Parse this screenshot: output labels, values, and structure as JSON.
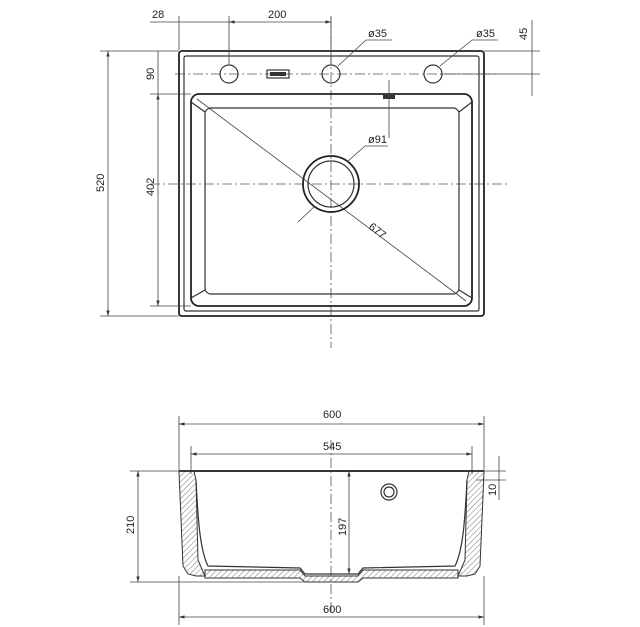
{
  "dimensions": {
    "top_view": {
      "edge_offset": "28",
      "tap_spacing": "200",
      "rim_depth": "90",
      "hole_left_diameter": "ø35",
      "hole_right_diameter": "ø35",
      "right_offset": "45",
      "overall_depth": "520",
      "bowl_depth": "402",
      "drain_diameter": "ø91",
      "diagonal": "677"
    },
    "side_view": {
      "top_width": "600",
      "bowl_width": "545",
      "overall_height": "210",
      "bowl_height": "197",
      "rim_thickness": "10",
      "bottom_width": "600"
    }
  }
}
